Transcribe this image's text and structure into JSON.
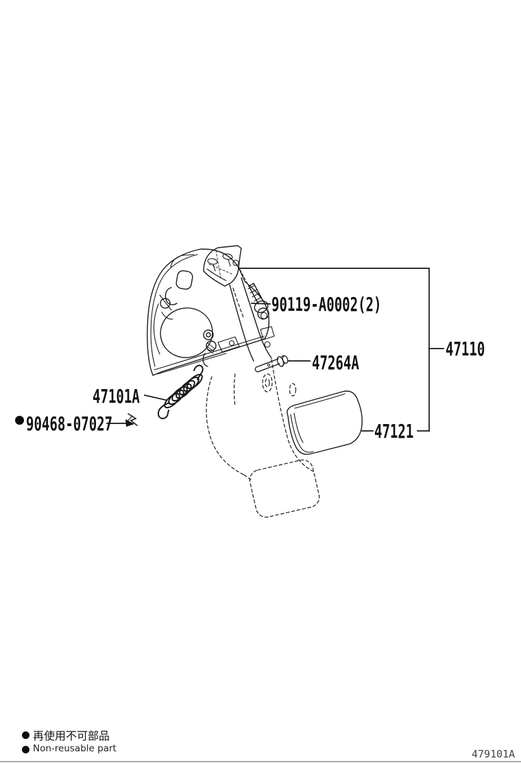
{
  "diagram": {
    "figure_code": "479101A",
    "colors": {
      "line": "#1a1a1a",
      "background": "#ffffff"
    },
    "parts": {
      "bolt": {
        "number": "90119-A0002(2)"
      },
      "assembly": {
        "number": "47110"
      },
      "pin": {
        "number": "47264A"
      },
      "spring": {
        "number": "47101A"
      },
      "clip": {
        "number": "90468-07027"
      },
      "pad_cover": {
        "number": "47121"
      }
    },
    "legend": {
      "note_jp": "再使用不可部品",
      "note_en": "Non-reusable part"
    }
  }
}
